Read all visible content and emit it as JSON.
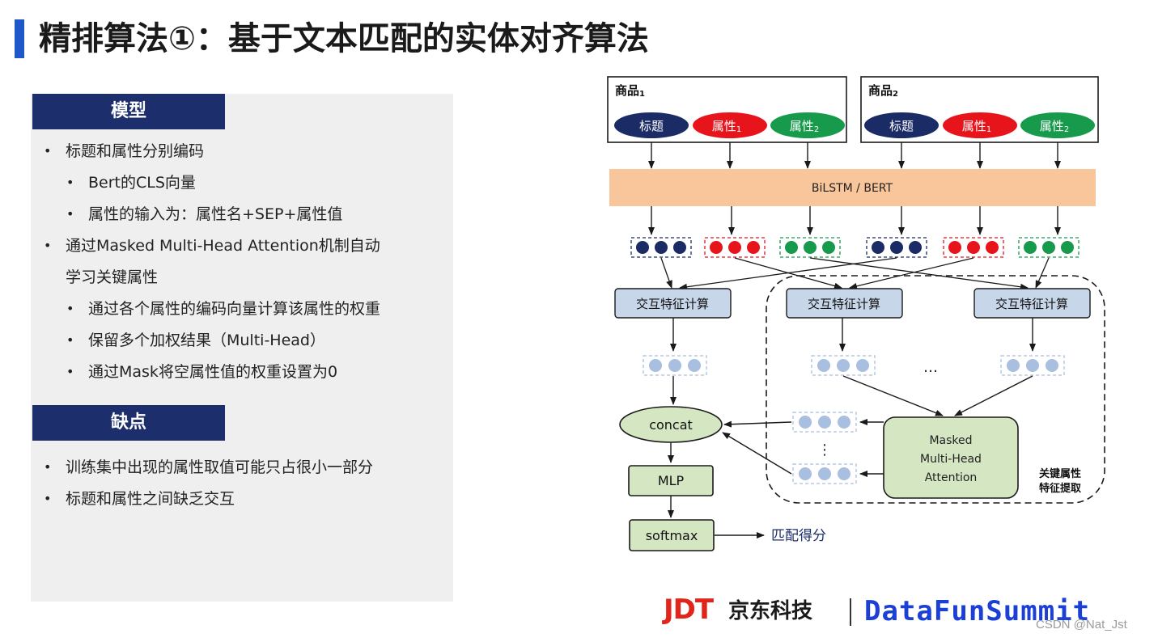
{
  "slide": {
    "title": "精排算法①：基于文本匹配的实体对齐算法"
  },
  "left": {
    "model_header": "模型",
    "model_bullets": [
      "标题和属性分别编码",
      "Bert的CLS向量",
      "属性的输入为：属性名+SEP+属性值",
      "通过Masked Multi-Head Attention机制自动",
      "学习关键属性",
      "通过各个属性的编码向量计算该属性的权重",
      "保留多个加权结果（Multi-Head）",
      "通过Mask将空属性值的权重设置为0"
    ],
    "cons_header": "缺点",
    "cons_bullets": [
      "训练集中出现的属性取值可能只占很小一部分",
      "标题和属性之间缺乏交互"
    ]
  },
  "diagram": {
    "product1": "商品",
    "product1_sub": "1",
    "product2": "商品",
    "product2_sub": "2",
    "title_label": "标题",
    "attr_label": "属性",
    "attr1_sub": "1",
    "attr2_sub": "2",
    "encoder": "BiLSTM / BERT",
    "interact": "交互特征计算",
    "ellipsis": "…",
    "vert_ellipsis": "⋮",
    "concat": "concat",
    "mlp": "MLP",
    "softmax": "softmax",
    "score": "匹配得分",
    "masked_line1": "Masked",
    "masked_line2": "Multi-Head",
    "masked_line3": "Attention",
    "key_line1": "关键属性",
    "key_line2": "特征提取",
    "colors": {
      "title_oval": "#1a2b66",
      "attr1_oval": "#e8141c",
      "attr2_oval": "#179a4b",
      "encoder": "#f9c59a",
      "interact": "#c8d6ea",
      "light_dot": "#a9bfe0",
      "green_box": "#d5e6c3"
    }
  },
  "footer": {
    "jdt": "JDT",
    "jd_cn": "京东科技",
    "datafun": "DataFunSummit",
    "watermark": "CSDN @Nat_Jst"
  }
}
